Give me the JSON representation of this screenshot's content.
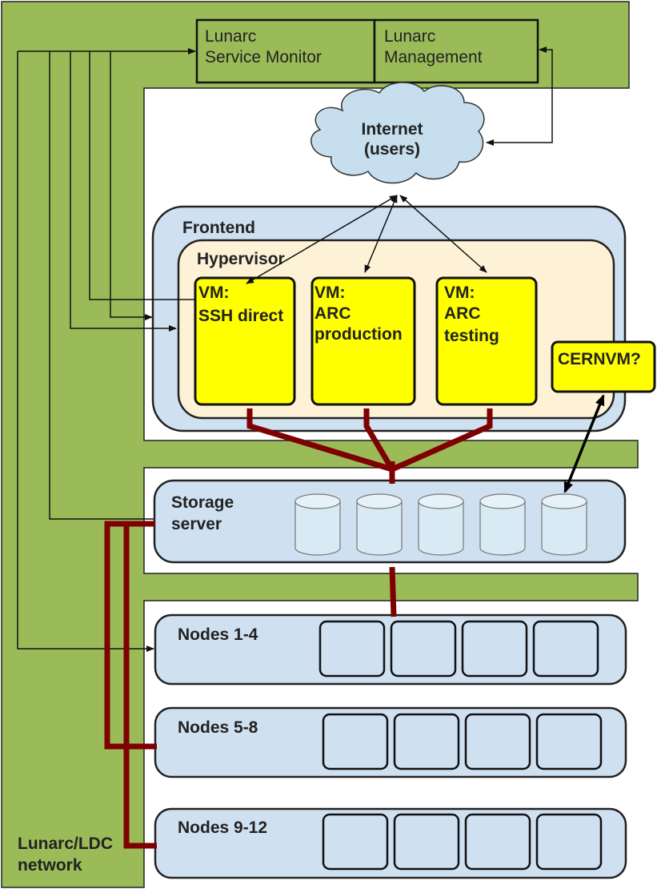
{
  "colors": {
    "network_green": "#9bbb59",
    "panel_blue": "#cfe0f1",
    "hypervisor_cream": "#fdf1d6",
    "vm_yellow": "#ffff00",
    "link_red": "#7f0000",
    "outline": "#222222"
  },
  "monitor": {
    "line1": "Lunarc",
    "line2": "Service Monitor"
  },
  "management": {
    "line1": "Lunarc",
    "line2": "Management"
  },
  "internet": {
    "line1": "Internet",
    "line2": "(users)"
  },
  "frontend": {
    "label": "Frontend"
  },
  "hypervisor": {
    "label": "Hypervisor"
  },
  "vms": [
    {
      "line1": "VM:",
      "line2": "SSH direct",
      "line3": ""
    },
    {
      "line1": "VM:",
      "line2": "ARC",
      "line3": "production"
    },
    {
      "line1": "VM:",
      "line2": "ARC",
      "line3": "testing"
    }
  ],
  "cernvm": {
    "label": "CERNVM?"
  },
  "storage": {
    "line1": "Storage",
    "line2": "server",
    "disk_count": 5
  },
  "nodes": [
    {
      "label": "Nodes 1-4",
      "slots": 4
    },
    {
      "label": "Nodes 5-8",
      "slots": 4
    },
    {
      "label": "Nodes 9-12",
      "slots": 4
    }
  ],
  "network": {
    "line1": "Lunarc/LDC",
    "line2": "network"
  }
}
